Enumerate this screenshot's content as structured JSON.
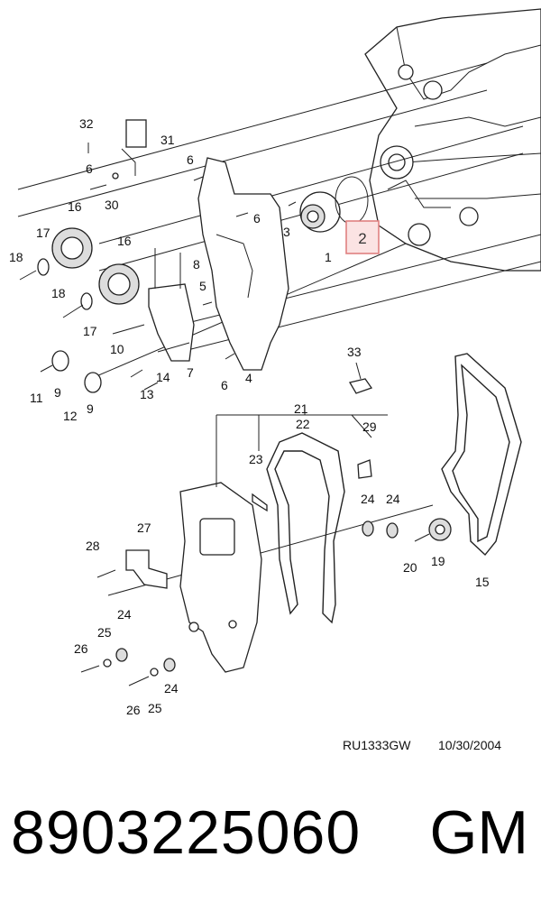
{
  "diagram": {
    "callout": "2",
    "reference": "RU1333GW",
    "date": "10/30/2004",
    "labels": {
      "l32": "32",
      "l31": "31",
      "l6a": "6",
      "l30": "30",
      "l6b": "6",
      "l6c": "6",
      "l16a": "16",
      "l17a": "17",
      "l18a": "18",
      "l16b": "16",
      "l8": "8",
      "l3": "3",
      "l1": "1",
      "l5": "5",
      "l18b": "18",
      "l17b": "17",
      "l10": "10",
      "l7": "7",
      "l4": "4",
      "l6d": "6",
      "l14": "14",
      "l13": "13",
      "l11": "11",
      "l9a": "9",
      "l12": "12",
      "l9b": "9",
      "l33": "33",
      "l21": "21",
      "l22": "22",
      "l29": "29",
      "l23": "23",
      "l24a": "24",
      "l24b": "24",
      "l27": "27",
      "l28": "28",
      "l20": "20",
      "l19": "19",
      "l15": "15",
      "l24c": "24",
      "l25a": "25",
      "l26a": "26",
      "l24d": "24",
      "l26b": "26",
      "l25b": "25"
    }
  },
  "footer": {
    "part_number": "8903225060",
    "brand": "GM"
  }
}
